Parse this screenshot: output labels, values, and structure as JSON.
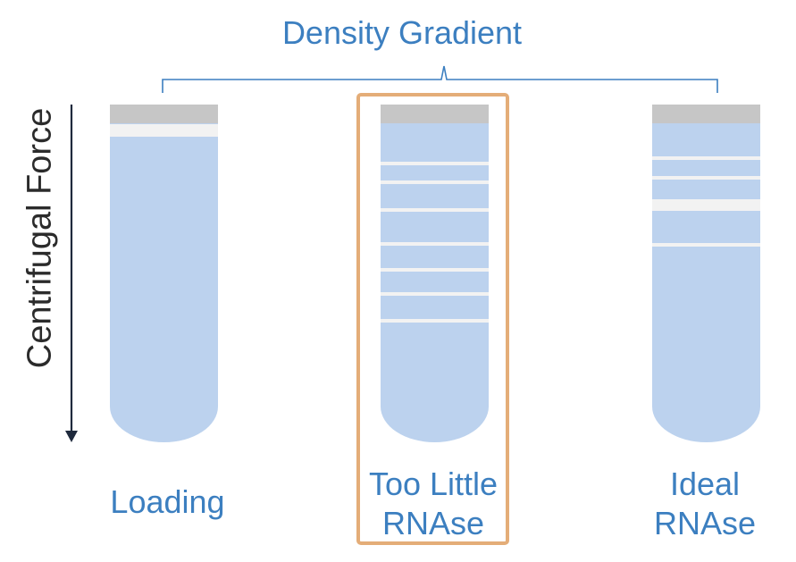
{
  "title": "Density Gradient",
  "axis_label": "Centrifugal Force",
  "colors": {
    "tube_fill": "#bcd2ee",
    "cap": "#c6c6c6",
    "band": "#f2f2f2",
    "highlight_frame": "#e4ad78",
    "text_blue": "#3c7fc0",
    "arrow": "#1f2a3d",
    "brace": "#3c7fc0"
  },
  "tubes": [
    {
      "label_line1": "Loading",
      "label_line2": "",
      "band_count": 1,
      "highlighted": false
    },
    {
      "label_line1": "Too Little",
      "label_line2": "RNAse",
      "band_count": 7,
      "highlighted": true
    },
    {
      "label_line1": "Ideal",
      "label_line2": "RNAse",
      "band_count": 4,
      "highlighted": false
    }
  ]
}
